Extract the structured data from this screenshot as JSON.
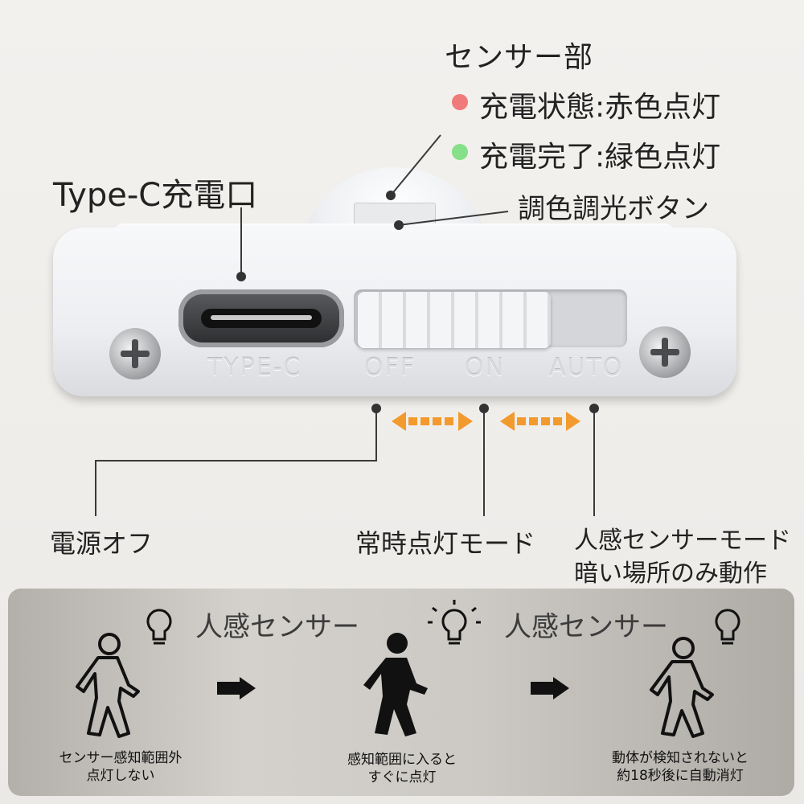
{
  "sensor_section": {
    "title": "センサー部",
    "charging": "充電状態:赤色点灯",
    "charged": "充電完了:緑色点灯",
    "red_dot_color": "#f07a7a",
    "green_dot_color": "#86e08a"
  },
  "port_label": "Type-C充電口",
  "button_label": "調色調光ボタン",
  "device": {
    "emboss_typec": "TYPE-C",
    "emboss_off": "OFF",
    "emboss_on": "ON",
    "emboss_auto": "AUTO"
  },
  "arrow_color": "#f29a2e",
  "modes": {
    "off": "電源オフ",
    "on": "常時点灯モード",
    "auto_line1": "人感センサーモード",
    "auto_line2": "暗い場所のみ動作"
  },
  "panel": {
    "heading_1": "人感センサー",
    "heading_2": "人感センサー",
    "step1_line1": "センサー感知範囲外",
    "step1_line2": "点灯しない",
    "step2_line1": "感知範囲に入ると",
    "step2_line2": "すぐに点灯",
    "step3_line1": "動体が検知されないと",
    "step3_line2": "約18秒後に自動消灯",
    "icons": [
      "walking-person-outline-icon",
      "bulb-off-icon",
      "walking-person-solid-icon",
      "bulb-on-icon",
      "walking-person-outline-icon",
      "bulb-off-icon"
    ]
  }
}
